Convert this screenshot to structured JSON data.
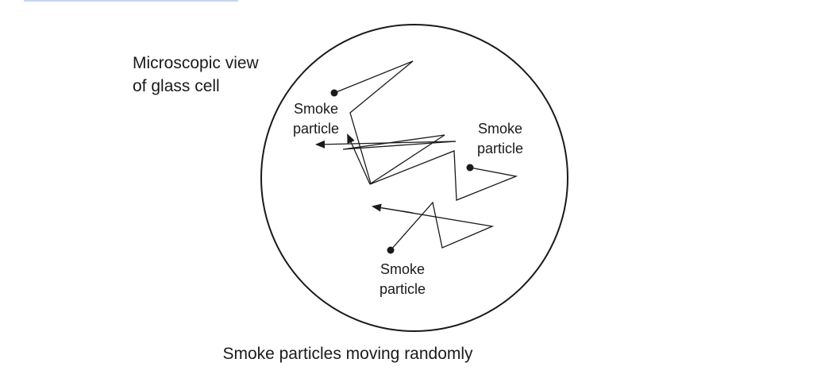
{
  "header_label": {
    "line1": "Microscopic view",
    "line2": "of glass cell"
  },
  "particles": [
    {
      "label_line1": "Smoke",
      "label_line2": "particle"
    },
    {
      "label_line1": "Smoke",
      "label_line2": "particle"
    },
    {
      "label_line1": "Smoke",
      "label_line2": "particle"
    }
  ],
  "caption": "Smoke particles moving randomly",
  "colors": {
    "ink": "#1a1a1a",
    "accent": "#c6d4f2"
  }
}
